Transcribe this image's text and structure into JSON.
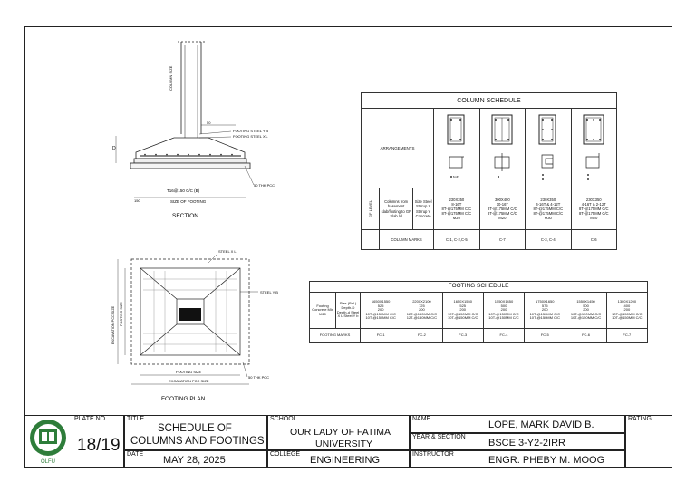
{
  "section": {
    "column_size_label": "COLUMN SIZE",
    "dim_50": "50",
    "dim_d": "D",
    "footing_steel_y": "FOOTING STEEL Y'B",
    "footing_steel_x": "FOOTING STEEL X'L",
    "pcc_label": "50 THK PCC",
    "bottom_bars": "T16@150 C/C (B)",
    "size_of_footing": "SIZE OF FOOTING",
    "dim_150": "150",
    "caption": "SECTION"
  },
  "plan": {
    "steel_xl": "STEEL X L",
    "steel_yb": "STEEL Y B",
    "excavation_size": "EXCAVATION PCC SIZE",
    "footing_size_v": "FOOTING SIZE",
    "footing_size_h": "FOOTING SIZE",
    "excavation_pcc_h": "EXCAVATION PCC SIZE",
    "pcc_label": "50 THK PCC",
    "caption": "FOOTING PLAN"
  },
  "column_schedule": {
    "title": "COLUMN SCHEDULE",
    "arrangements_label": "ARRANGEMENTS",
    "gf_level_label": "GF LEVEL",
    "columns_from_label": "Columns from basement slab/footing to GF Slab lvl",
    "size_steel_label": "Size Steel Stirrup X Stirrup Y Concrete",
    "marks_label": "COLUMN MARKS",
    "tie_note": "8-16T",
    "columns": [
      {
        "size": "230X350",
        "steel": "8-16T",
        "stirrup_x": "8T-@175MM C/C",
        "stirrup_y": "8T-@175MM C/C",
        "concrete": "M20",
        "marks": "C-1, C-2,C-5"
      },
      {
        "size": "300X400",
        "steel": "10-16T",
        "stirrup_x": "8T-@175MM C/C",
        "stirrup_y": "8T-@175MM C/C",
        "concrete": "M20",
        "marks": "C-7"
      },
      {
        "size": "230X350",
        "steel": "4-16T & 4-12T",
        "stirrup_x": "8T-@175MM C/C",
        "stirrup_y": "8T-@175MM C/C",
        "concrete": "M30",
        "marks": "C-3, C-4"
      },
      {
        "size": "230X350",
        "steel": "4-16T & 2-12T",
        "stirrup_x": "8T-@175MM C/C",
        "stirrup_y": "8T-@175MM C/C",
        "concrete": "M20",
        "marks": "C-6"
      }
    ]
  },
  "footing_schedule": {
    "title": "FOOTING SCHEDULE",
    "left_label": "Footing Concrete Mix M20",
    "row_label": "Size-(BxL) Depth-D Depth-d Steel X L Steel Y b",
    "marks_label": "FOOTING MARKS",
    "footings": [
      {
        "size": "1650X1550",
        "D": "525",
        "d": "200",
        "steel_x": "10T-@150MM C/C",
        "steel_y": "10T-@150MM C/C",
        "mark": "FC-1"
      },
      {
        "size": "2200X2100",
        "D": "725",
        "d": "200",
        "steel_x": "12T-@150MM C/C",
        "steel_y": "12T-@150MM C/C",
        "mark": "FC-2"
      },
      {
        "size": "1650X1550",
        "D": "525",
        "d": "200",
        "steel_x": "10T-@150MM C/C",
        "steel_y": "10T-@150MM C/C",
        "mark": "FC-3"
      },
      {
        "size": "1550X1450",
        "D": "500",
        "d": "200",
        "steel_x": "10T-@150MM C/C",
        "steel_y": "10T-@150MM C/C",
        "mark": "FC-4"
      },
      {
        "size": "1750X1650",
        "D": "575",
        "d": "200",
        "steel_x": "10T-@150MM C/C",
        "steel_y": "10T-@150MM C/C",
        "mark": "FC-5"
      },
      {
        "size": "1550X1450",
        "D": "500",
        "d": "200",
        "steel_x": "10T-@150MM C/C",
        "steel_y": "10T-@150MM C/C",
        "mark": "FC-6"
      },
      {
        "size": "1300X1200",
        "D": "400",
        "d": "200",
        "steel_x": "10T-@150MM C/C",
        "steel_y": "10T-@150MM C/C",
        "mark": "FC-7"
      }
    ]
  },
  "title_block": {
    "plate_no_label": "PLATE NO.",
    "plate_no": "18/19",
    "title_label": "TITLE",
    "title_line1": "SCHEDULE OF",
    "title_line2": "COLUMNS AND FOOTINGS",
    "date_label": "DATE",
    "date": "MAY 28, 2025",
    "school_label": "SCHOOL",
    "school_line1": "OUR LADY OF FATIMA",
    "school_line2": "UNIVERSITY",
    "college_label": "COLLEGE",
    "college": "ENGINEERING",
    "name_label": "NAME",
    "name": "LOPE, MARK DAVID B.",
    "year_label": "YEAR & SECTION",
    "year": "BSCE 3-Y2-2IRR",
    "instructor_label": "INSTRUCTOR",
    "instructor": "ENGR. PHEBY M. MOOG",
    "rating_label": "RATING",
    "logo_text": "OLFU"
  },
  "colors": {
    "logo_green": "#2e7d3a",
    "rebar": "#111111"
  }
}
